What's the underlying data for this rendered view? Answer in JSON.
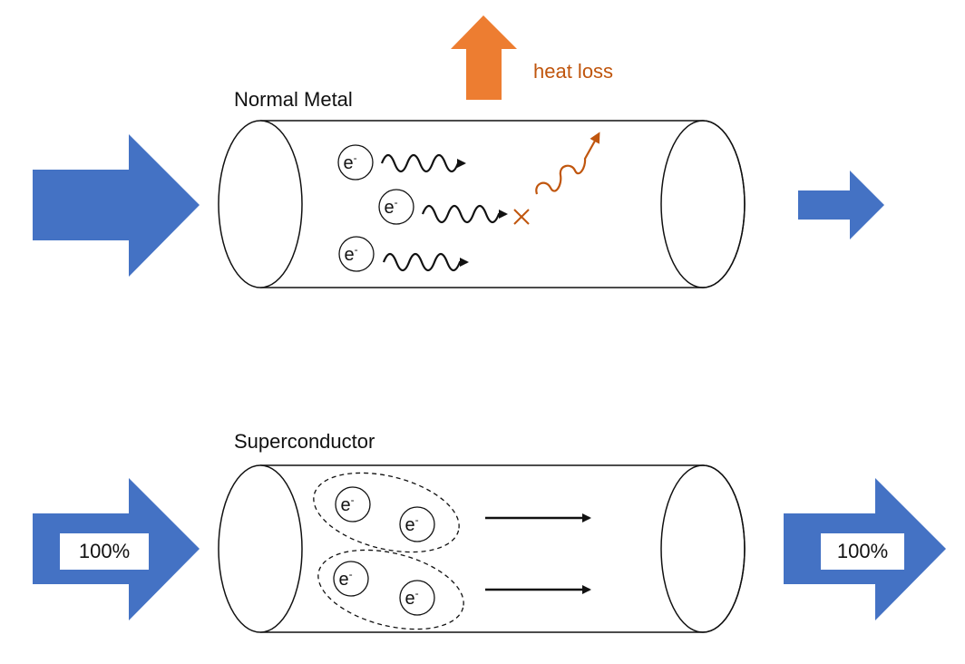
{
  "normal": {
    "title": "Normal Metal",
    "heat_label": "heat loss",
    "electron": "e",
    "electron_charge": "-"
  },
  "super": {
    "title": "Superconductor",
    "electron": "e",
    "electron_charge": "-",
    "input_label": "100%",
    "output_label": "100%"
  },
  "colors": {
    "arrow_blue": "#4472c4",
    "heat_orange": "#ed7d31",
    "scatter_orange": "#c0560e",
    "ink": "#111111"
  }
}
